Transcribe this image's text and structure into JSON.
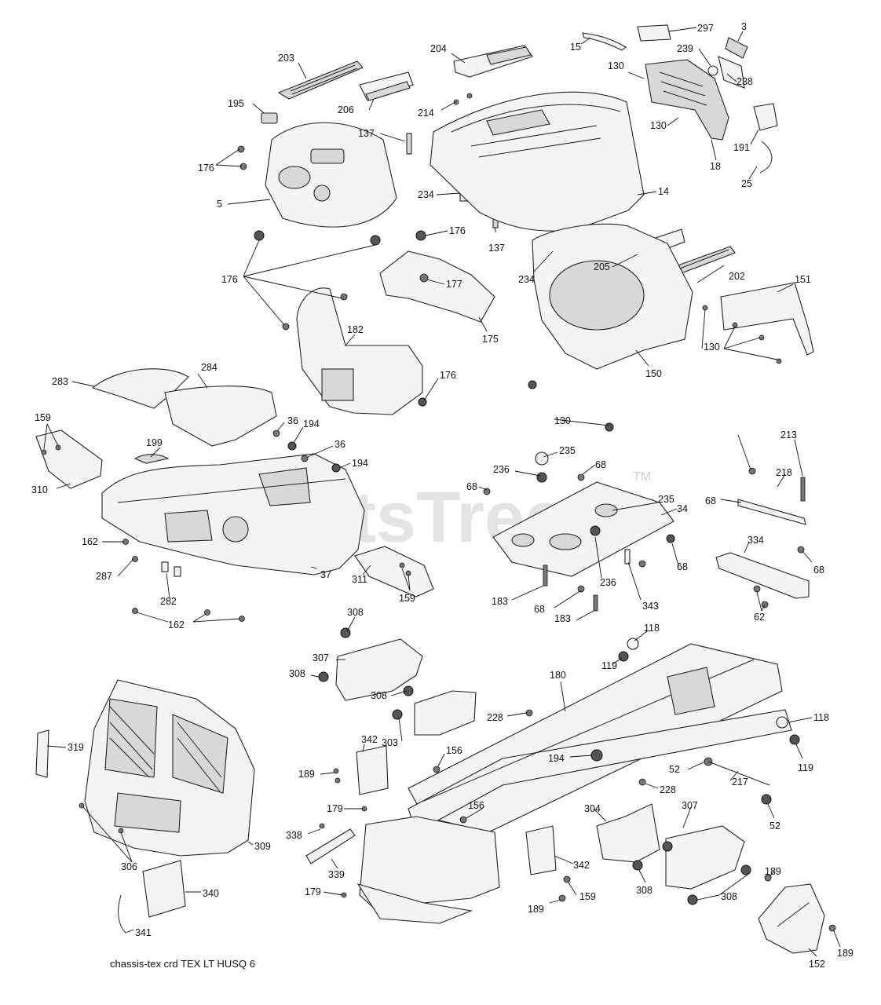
{
  "labels": {
    "l297": "297",
    "l3": "3",
    "l15": "15",
    "l204": "204",
    "l239": "239",
    "l203": "203",
    "l130a": "130",
    "l238": "238",
    "l206": "206",
    "l214": "214",
    "l195": "195",
    "l130b": "130",
    "l137a": "137",
    "l191": "191",
    "l176a": "176",
    "l18": "18",
    "l5": "5",
    "l234a": "234",
    "l25": "25",
    "l14": "14",
    "l176b": "176",
    "l137b": "137",
    "l234b": "234",
    "l205": "205",
    "l202": "202",
    "l176c": "176",
    "l177": "177",
    "l151": "151",
    "l182": "182",
    "l175": "175",
    "l130c": "130",
    "l176d": "176",
    "l150": "150",
    "l283": "283",
    "l284": "284",
    "l130d": "130",
    "l159a": "159",
    "l36a": "36",
    "l194a": "194",
    "l199": "199",
    "l36b": "36",
    "l235a": "235",
    "l213": "213",
    "l194b": "194",
    "l236a": "236",
    "l68a": "68",
    "l218": "218",
    "l310": "310",
    "l68b": "68",
    "l235b": "235",
    "l68c": "68",
    "l34": "34",
    "l162a": "162",
    "l334": "334",
    "l68d": "68",
    "l287": "287",
    "l68e": "68",
    "l311": "311",
    "l37": "37",
    "l282": "282",
    "l159b": "159",
    "l183a": "183",
    "l236b": "236",
    "l343": "343",
    "l62": "62",
    "l68f": "68",
    "l308a": "308",
    "l162b": "162",
    "l183b": "183",
    "l118a": "118",
    "l307a": "307",
    "l308b": "308",
    "l119a": "119",
    "l180": "180",
    "l308c": "308",
    "l228a": "228",
    "l118b": "118",
    "l319": "319",
    "l342a": "342",
    "l303": "303",
    "l194c": "194",
    "l119b": "119",
    "l156a": "156",
    "l189a": "189",
    "l52a": "52",
    "l217": "217",
    "l228b": "228",
    "l179a": "179",
    "l156b": "156",
    "l307b": "307",
    "l52b": "52",
    "l304": "304",
    "l338": "338",
    "l309": "309",
    "l306": "306",
    "l339": "339",
    "l342b": "342",
    "l189b": "189",
    "l308d": "308",
    "l308e": "308",
    "l340": "340",
    "l179b": "179",
    "l159c": "159",
    "l189c": "189",
    "l341": "341",
    "l152": "152",
    "l189d": "189"
  },
  "watermark": {
    "text": "PartsTree",
    "trademark": "TM"
  },
  "caption": "chassis-tex crd  TEX LT HUSQ  6"
}
